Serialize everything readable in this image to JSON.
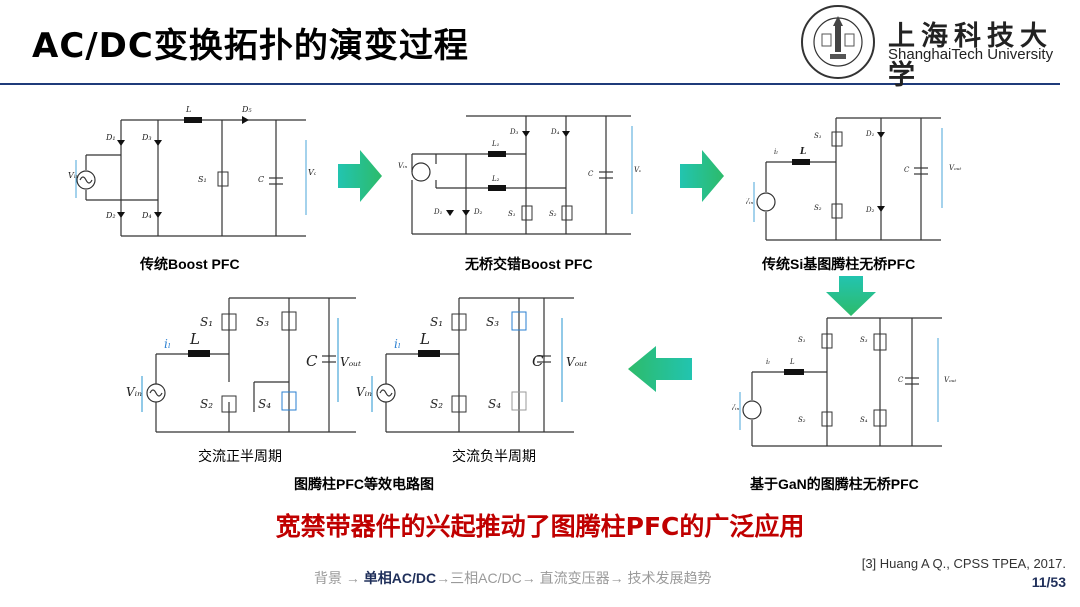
{
  "header": {
    "title": "AC/DC变换拓扑的演变过程",
    "university_cn": "上海科技大学",
    "university_en": "ShanghaiTech University"
  },
  "diagrams": {
    "boost": {
      "caption": "传统Boost PFC"
    },
    "interleaved": {
      "caption": "无桥交错Boost PFC"
    },
    "si_totem": {
      "caption": "传统Si基图腾柱无桥PFC"
    },
    "positive": {
      "caption": "交流正半周期"
    },
    "negative": {
      "caption": "交流负半周期"
    },
    "equivalent": {
      "caption": "图腾柱PFC等效电路图"
    },
    "gan_totem": {
      "caption": "基于GaN的图腾柱无桥PFC"
    }
  },
  "highlight": "宽禁带器件的兴起推动了图腾柱PFC的广泛应用",
  "reference": "[3] Huang A Q., CPSS TPEA, 2017.",
  "page_number": "11/53",
  "nav": {
    "items": [
      "背景",
      "单相AC/DC",
      "三相AC/DC",
      "直流变压器",
      "技术发展趋势"
    ],
    "current": "单相AC/DC",
    "separator": "→"
  },
  "colors": {
    "accent_green": "#2dbb8a",
    "highlight_red": "#c00000",
    "nav_current": "#1f2f5a"
  }
}
